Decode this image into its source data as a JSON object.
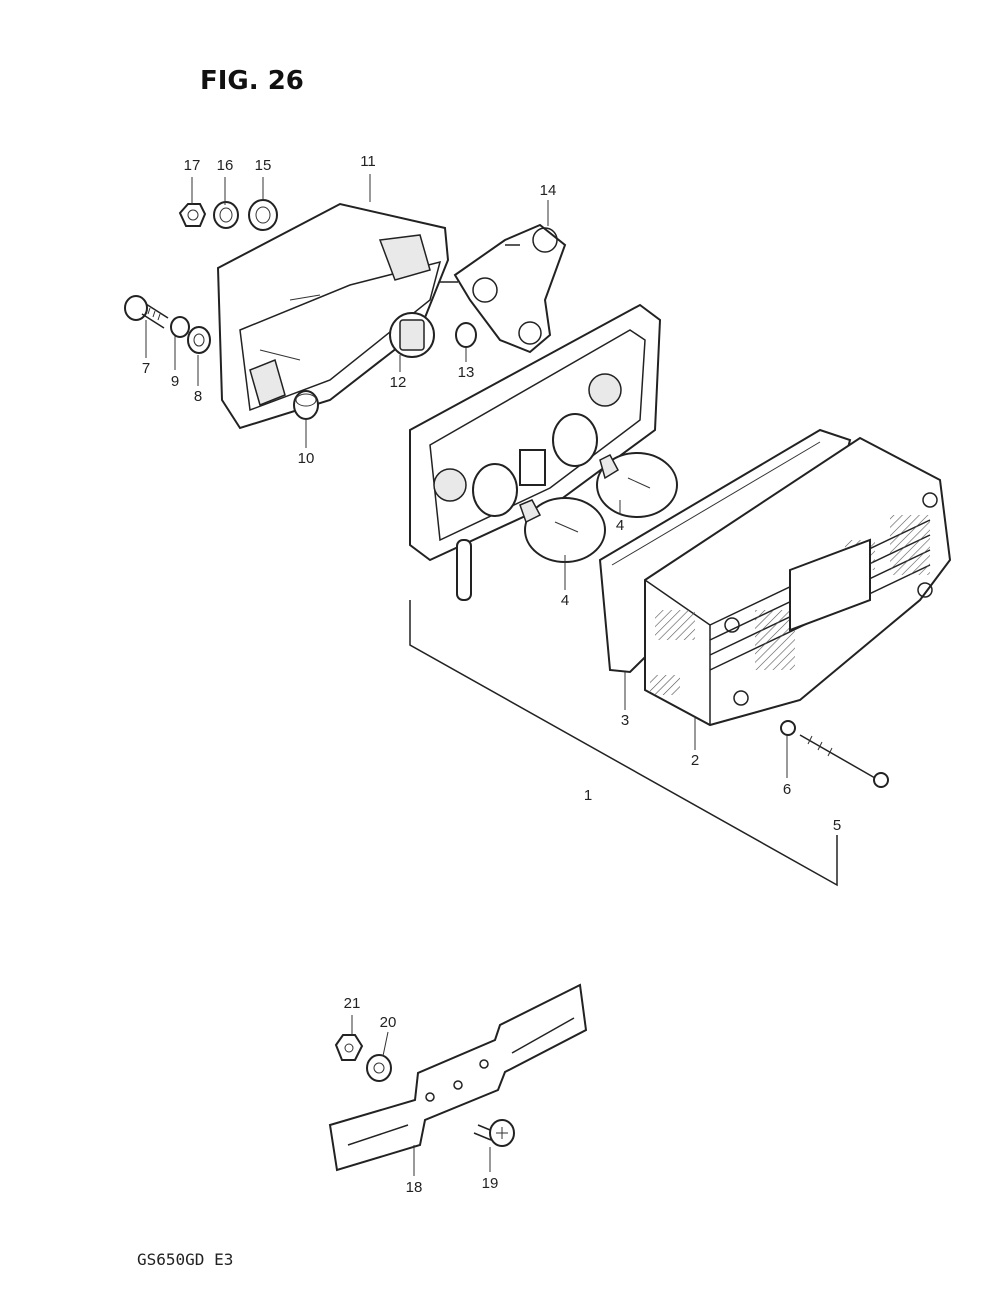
{
  "figure": {
    "title": "FIG. 26",
    "model_code": "GS650GD E3"
  },
  "callouts": {
    "p1": "1",
    "p2": "2",
    "p3": "3",
    "p4a": "4",
    "p4b": "4",
    "p5": "5",
    "p6": "6",
    "p7": "7",
    "p8": "8",
    "p9": "9",
    "p10": "10",
    "p11": "11",
    "p12": "12",
    "p13": "13",
    "p14": "14",
    "p15": "15",
    "p16": "16",
    "p17": "17",
    "p18": "18",
    "p19": "19",
    "p20": "20",
    "p21": "21"
  }
}
